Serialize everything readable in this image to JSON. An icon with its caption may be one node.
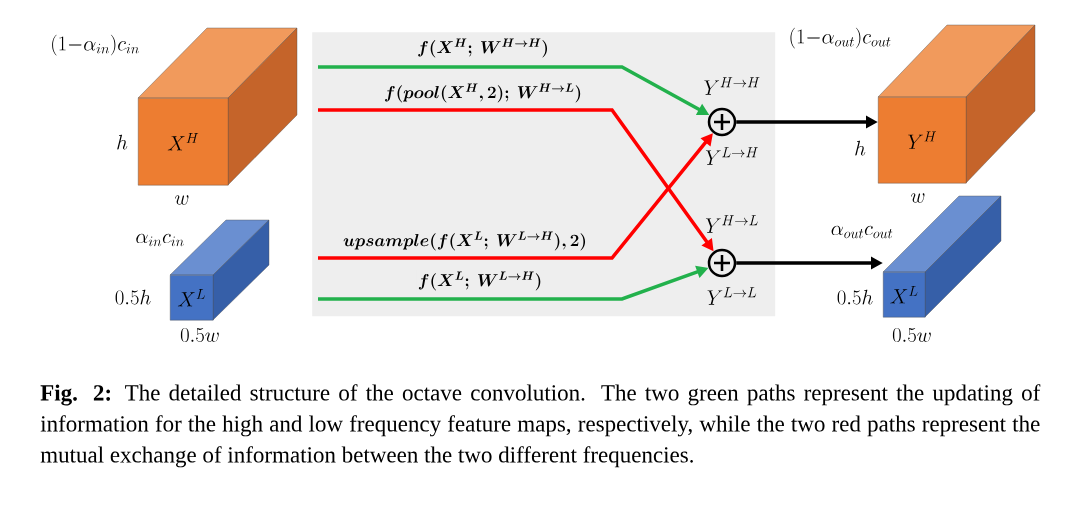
{
  "diagram": {
    "caption": "**Fig. 2:** The detailed structure of the octave convolution. The two green paths represent the updating of information for the high and low frequency feature maps, respectively, while the two red paths represent the mutual exchange of information between the two different frequencies.",
    "nodes": [
      {
        "text": [
          "X^{H}"
        ],
        "beside": [
          "(1{-}\\alpha_{in})c_{in}",
          "h",
          "w"
        ]
      },
      {
        "text": [
          "X^{L}"
        ],
        "beside": [
          "\\alpha_{in}c_{in}",
          "0.5h",
          "0.5w"
        ]
      },
      {
        "text": [],
        "shape": "box"
      },
      {
        "text": [],
        "shape": "circle",
        "in": 2,
        "beside": [
          "Y^{H\\rightarrow H}",
          "Y^{L\\rightarrow H}"
        ]
      },
      {
        "text": [],
        "shape": "circle",
        "in": 2,
        "beside": [
          "Y^{H\\rightarrow L}",
          "Y^{L\\rightarrow L}"
        ]
      },
      {
        "text": [
          "Y^{H}"
        ],
        "beside": [
          "(1{-}\\alpha_{out})c_{out}",
          "h"
        ]
      },
      {
        "text": [
          "X^{L}"
        ],
        "beside": [
          "\\alpha_{out}c_{out}",
          "0.5h",
          "0.5w"
        ]
      }
    ],
    "edges": [
      {
        "from": null,
        "to": 3,
        "arrow": "to",
        "label": "\\bm{f(X^{H};\\ W^{H\\rightarrow H})}",
        "color": "#22b14c"
      },
      {
        "from": null,
        "to": 4,
        "arrow": "to",
        "label": "\\bm{f(pool(X^{H},2);\\ W^{H\\rightarrow L})}",
        "color": "#ff0000"
      },
      {
        "from": null,
        "to": 3,
        "arrow": "to",
        "label": "\\bm{upsample(f(X^{L};\\ W^{L\\rightarrow H}),2)}",
        "color": "#ff0000"
      },
      {
        "from": null,
        "to": 4,
        "arrow": "to",
        "label": "\\bm{f(X^{L};\\ W^{L\\rightarrow H})}",
        "color": "#22b14c"
      },
      {
        "from": 3,
        "to": 5,
        "arrow": "to",
        "color": "#000000"
      },
      {
        "from": 4,
        "to": 6,
        "arrow": "to",
        "color": "#000000"
      }
    ],
    "labels": [
      "w"
    ]
  }
}
